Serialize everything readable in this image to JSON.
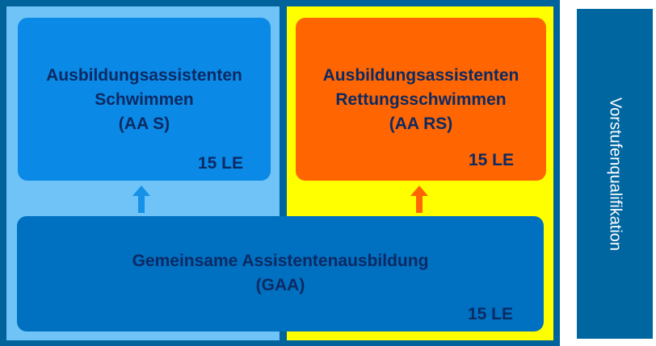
{
  "boxes": {
    "aa_s": {
      "lines": [
        "Ausbildungsassistenten",
        "Schwimmen",
        "(AA S)"
      ],
      "le": "15 LE",
      "color": "#0a8ae6"
    },
    "aa_rs": {
      "lines": [
        "Ausbildungsassistenten",
        "Rettungsschwimmen",
        "(AA RS)"
      ],
      "le": "15 LE",
      "color": "#ff6500"
    },
    "gaa": {
      "lines": [
        "Gemeinsame Assistentenausbildung",
        "(GAA)"
      ],
      "le": "15 LE",
      "color": "#0070c0"
    }
  },
  "side_label": "Vorstufenqualifikation",
  "colors": {
    "frame": "#00639c",
    "left_panel": "#6fc3f7",
    "right_panel": "#ffff00",
    "arrow_left": "#1591e8",
    "arrow_right": "#ff6500",
    "text": "#0c2a63"
  },
  "icons": {
    "arrow_left": "arrow-up-icon",
    "arrow_right": "arrow-up-icon"
  }
}
